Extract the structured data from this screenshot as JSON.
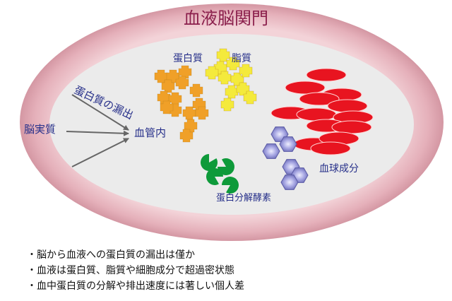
{
  "title": "血液脳関門",
  "labels": {
    "protein": "蛋白質",
    "lipid": "脂質",
    "leak": "蛋白質の漏出",
    "brain": "脳実質",
    "intravascular": "血管内",
    "blood_cells": "血球成分",
    "protease": "蛋白分解酵素"
  },
  "bullets": [
    "・脳から血液への蛋白質の漏出は僅か",
    "・血液は蛋白質、脂質や細胞成分で超過密状態",
    "・血中蛋白質の分解や排出速度には著しい個人差"
  ],
  "colors": {
    "outer_ring": "#e6b4be",
    "lumen": "#ebebeb",
    "protein": "#f0a028",
    "lipid": "#f4ea3c",
    "rbc": "#e81420",
    "hexagon": "#9a9ad8",
    "enzyme": "#0e9a3a",
    "title": "#8b1f4c",
    "label": "#27308a"
  }
}
